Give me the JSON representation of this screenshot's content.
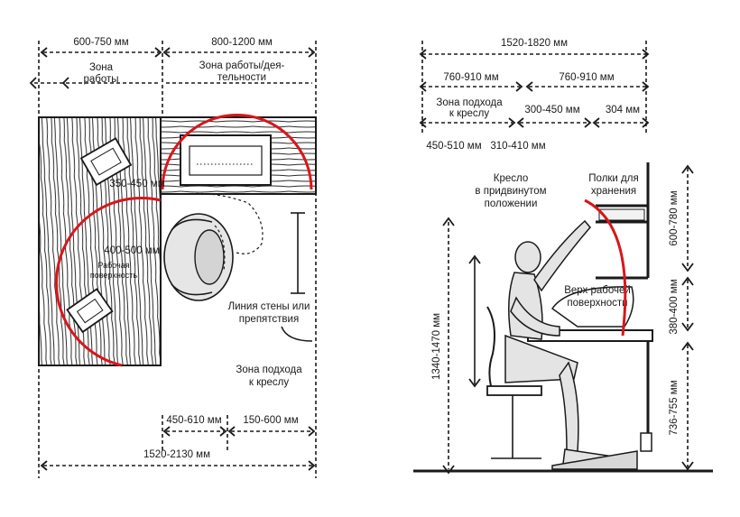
{
  "plan": {
    "dim_work_zone": "600-750 мм",
    "dim_activity_zone": "800-1200 мм",
    "label_work_zone": [
      "Зона",
      "работы"
    ],
    "label_activity_zone": [
      "Зона работы/дея-",
      "тельности"
    ],
    "dim_reach": "350-450 мм",
    "dim_depth": "400-500 мм",
    "label_work_surface": [
      "Рабочая",
      "поверхность"
    ],
    "label_wall_line": [
      "Линия стены или",
      "препятствия"
    ],
    "label_chair_zone": [
      "Зона подхода",
      "к креслу"
    ],
    "dim_bottom_left": "450-610 мм",
    "dim_bottom_right": "150-600 мм",
    "dim_total": "1520-2130 мм"
  },
  "section": {
    "dim_total": "1520-1820 мм",
    "dim_left": "760-910 мм",
    "dim_right": "760-910 мм",
    "label_chair_zone": [
      "Зона подхода",
      "к креслу"
    ],
    "dim_mid": "300-450 мм",
    "dim_shelf_depth": "304 мм",
    "dim_a": "450-510 мм",
    "dim_b": "310-410 мм",
    "label_chair": [
      "Кресло",
      "в придвинутом",
      "положении"
    ],
    "label_shelves": [
      "Полки для",
      "хранения"
    ],
    "label_top": [
      "Верх рабочей",
      "поверхности"
    ],
    "dim_height_total": "1340-1470 мм",
    "dim_shelf_height": "600-780 мм",
    "dim_gap": "380-400 мм",
    "dim_desk_height": "736-755 мм"
  },
  "colors": {
    "reach_arc": "#d8161b",
    "line": "#1a1a1a"
  }
}
